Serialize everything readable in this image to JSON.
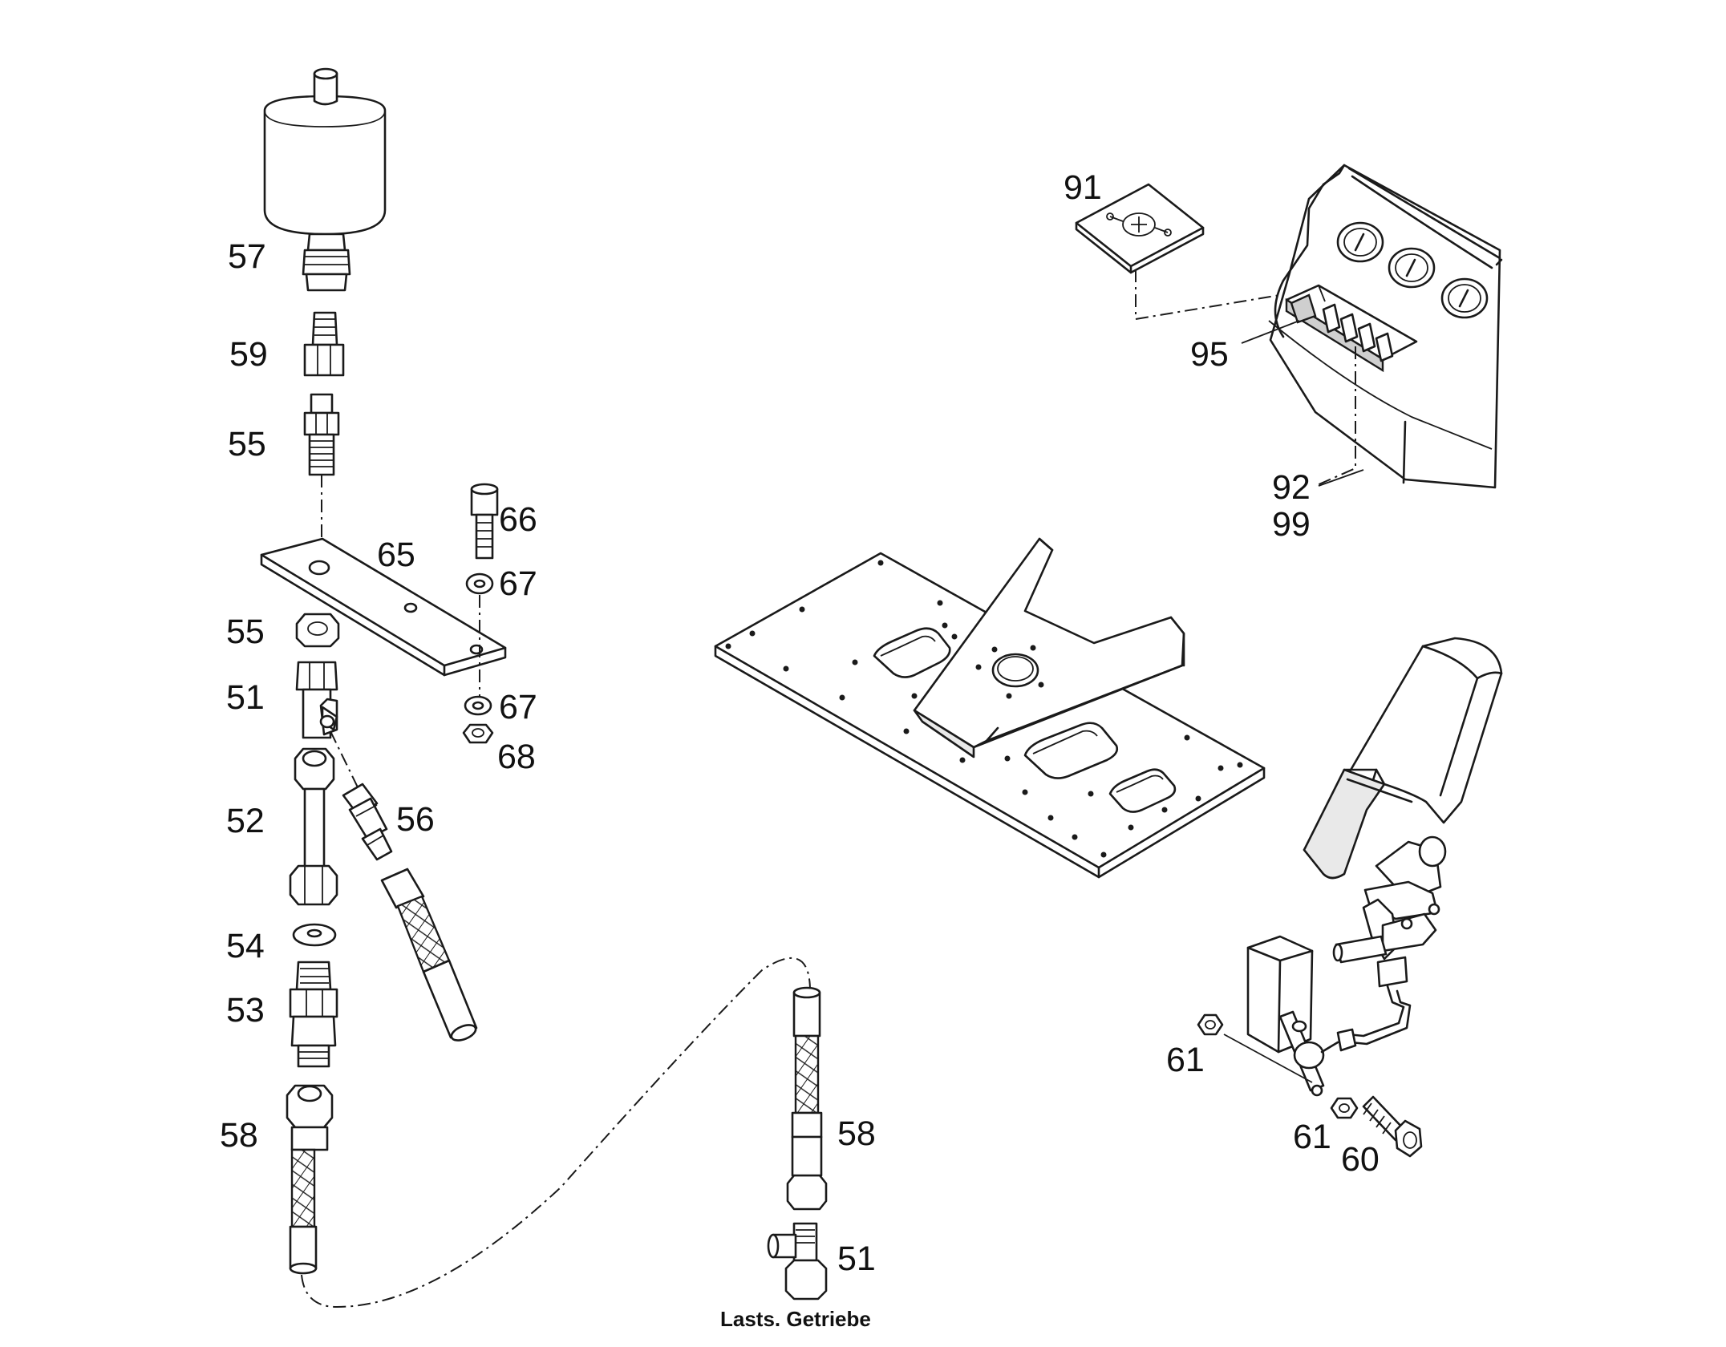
{
  "labels": {
    "l57": "57",
    "l59": "59",
    "l55a": "55",
    "l66": "66",
    "l65": "65",
    "l67a": "67",
    "l55b": "55",
    "l51a": "51",
    "l67b": "67",
    "l68": "68",
    "l52": "52",
    "l56": "56",
    "l54": "54",
    "l53": "53",
    "l58a": "58",
    "l58b": "58",
    "l51b": "51",
    "l91": "91",
    "l95": "95",
    "l92": "92",
    "l99": "99",
    "l61a": "61",
    "l61b": "61",
    "l60": "60"
  },
  "caption": "Lasts. Getriebe",
  "icons": {
    "gauge": "gauge-icon",
    "lubrication_symbol": "lubrication-symbol-icon"
  },
  "colors": {
    "line": "#1a1a1a",
    "background": "#ffffff"
  }
}
